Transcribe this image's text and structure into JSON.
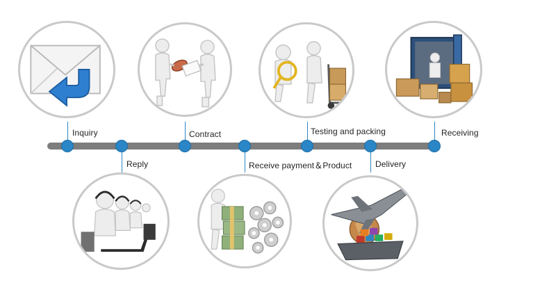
{
  "steps": [
    {
      "label": "Inquiry",
      "icon": "envelope-arrow-icon"
    },
    {
      "label": "Reply",
      "icon": "call-center-icon"
    },
    {
      "label": "Contract",
      "icon": "signing-contract-icon"
    },
    {
      "label": "Receive payment＆Product",
      "icon": "money-gears-icon"
    },
    {
      "label": "Testing and packing",
      "icon": "inspection-handtruck-icon"
    },
    {
      "label": "Delivery",
      "icon": "plane-ship-globe-icon"
    },
    {
      "label": "Receiving",
      "icon": "container-boxes-icon"
    }
  ],
  "colors": {
    "timeline": "#7d7d7d",
    "node": "#2a86c6",
    "ring": "#c9c9c9"
  }
}
